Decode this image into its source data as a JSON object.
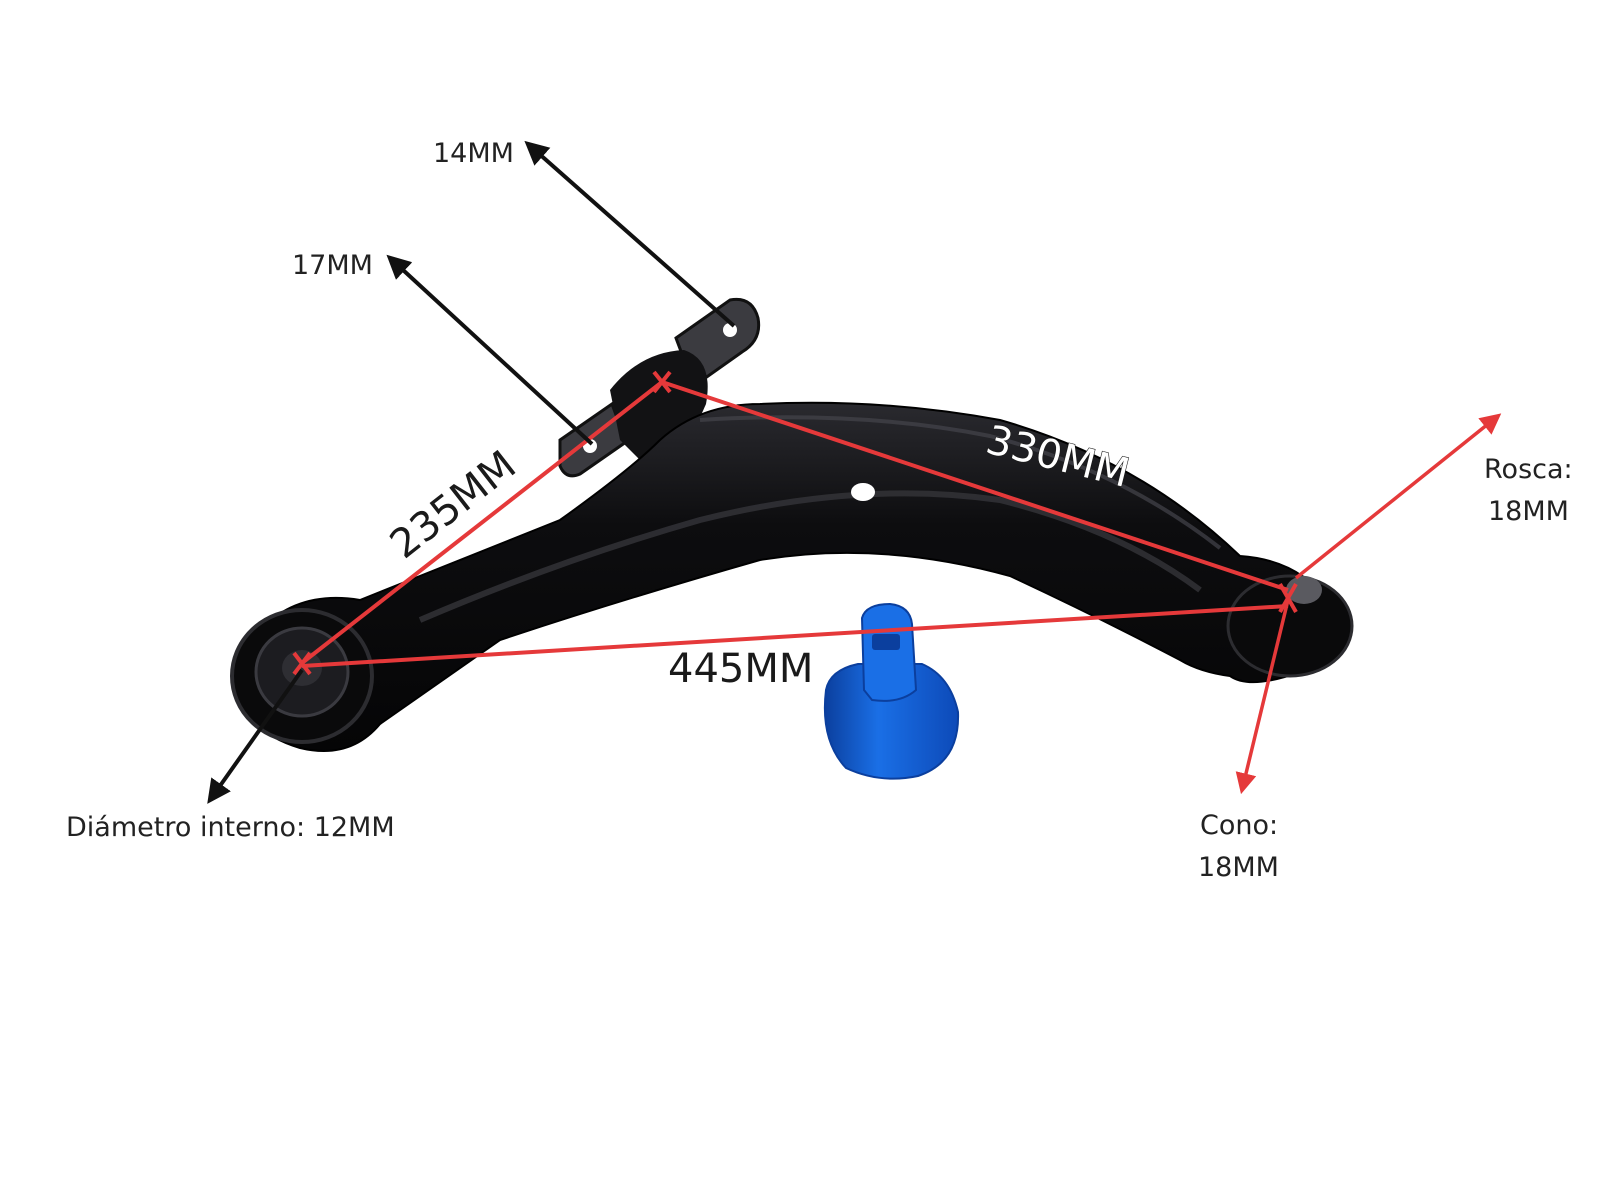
{
  "colors": {
    "part_body": "#0d0d0f",
    "part_highlight": "#3a3a40",
    "bushing_blue": "#1565d8",
    "bushing_blue_dark": "#0b3f9e",
    "measure_red": "#e5393a",
    "pointer_black": "#111111"
  },
  "dimensions": {
    "upper_left": "235MM",
    "upper_right": "330MM",
    "bottom_span": "445MM"
  },
  "callouts": {
    "bolt_top": "14MM",
    "bolt_left": "17MM",
    "bushing_inner_line1": "Diámetro interno: 12MM",
    "thread_line1": "Rosca:",
    "thread_line2": "18MM",
    "cone_line1": "Cono:",
    "cone_line2": "18MM"
  }
}
